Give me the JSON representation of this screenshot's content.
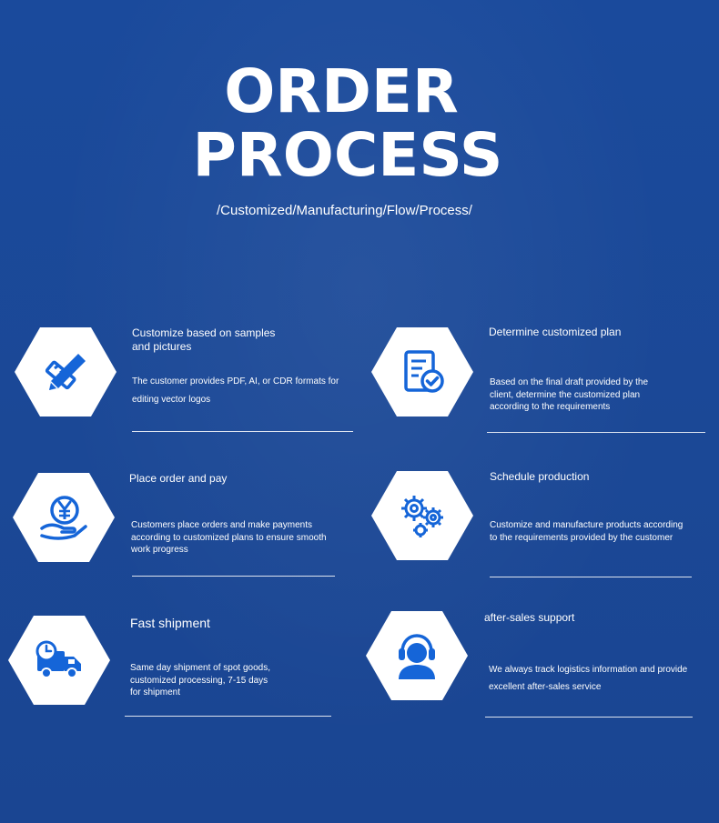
{
  "header": {
    "title_line_1": "ORDER",
    "title_line_2": "PROCESS",
    "subtitle": "/Customized/Manufacturing/Flow/Process/"
  },
  "colors": {
    "background": "#1a4a9a",
    "icon_blue": "#1565d8",
    "hexagon": "#ffffff"
  },
  "steps": [
    {
      "icon": "pencil-ruler-icon",
      "title": "Customize based on samples and pictures",
      "description": "The customer provides PDF, AI, or CDR formats for editing vector logos"
    },
    {
      "icon": "document-check-icon",
      "title": "Determine customized plan",
      "description": "Based on the final draft provided by the client, determine the customized plan according to the requirements"
    },
    {
      "icon": "yen-coin-hand-icon",
      "title": "Place order and pay",
      "description": "Customers place orders and make payments according to customized plans to ensure smooth work progress"
    },
    {
      "icon": "gears-icon",
      "title": "Schedule production",
      "description": "Customize and manufacture products according to the requirements provided by the customer"
    },
    {
      "icon": "delivery-truck-clock-icon",
      "title": "Fast shipment",
      "description": "Same day shipment of spot goods, customized processing, 7-15 days for shipment"
    },
    {
      "icon": "headset-support-icon",
      "title": "after-sales support",
      "description": "We always track logistics information and provide excellent after-sales service"
    }
  ]
}
